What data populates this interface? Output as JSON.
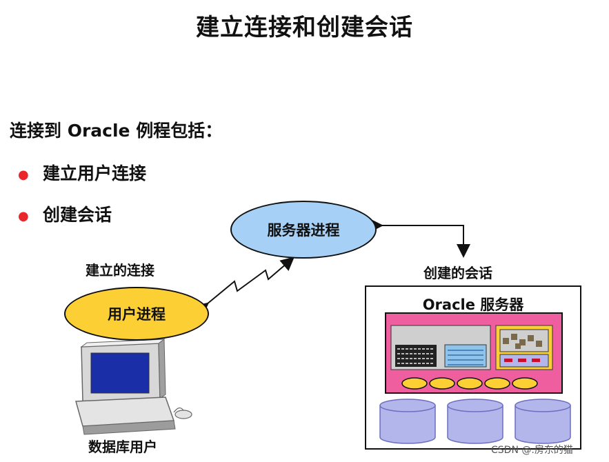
{
  "title": "建立连接和创建会话",
  "intro": "连接到 Oracle 例程包括：",
  "bullets": [
    "建立用户连接",
    "创建会话"
  ],
  "bullet_color": "#e8262b",
  "diagram": {
    "server_process": "服务器进程",
    "user_process": "用户进程",
    "connection_label": "建立的连接",
    "session_label": "创建的会话",
    "server_label": "Oracle 服务器",
    "user_label": "数据库用户",
    "colors": {
      "server_process_fill": "#a6d0f5",
      "user_process_fill": "#fcd034",
      "sga_fill": "#ef5fa0",
      "sga_memory_fill": "#fcd034",
      "database_fill": "#b3b6ea"
    }
  },
  "watermark": "CSDN @.房东的猫"
}
